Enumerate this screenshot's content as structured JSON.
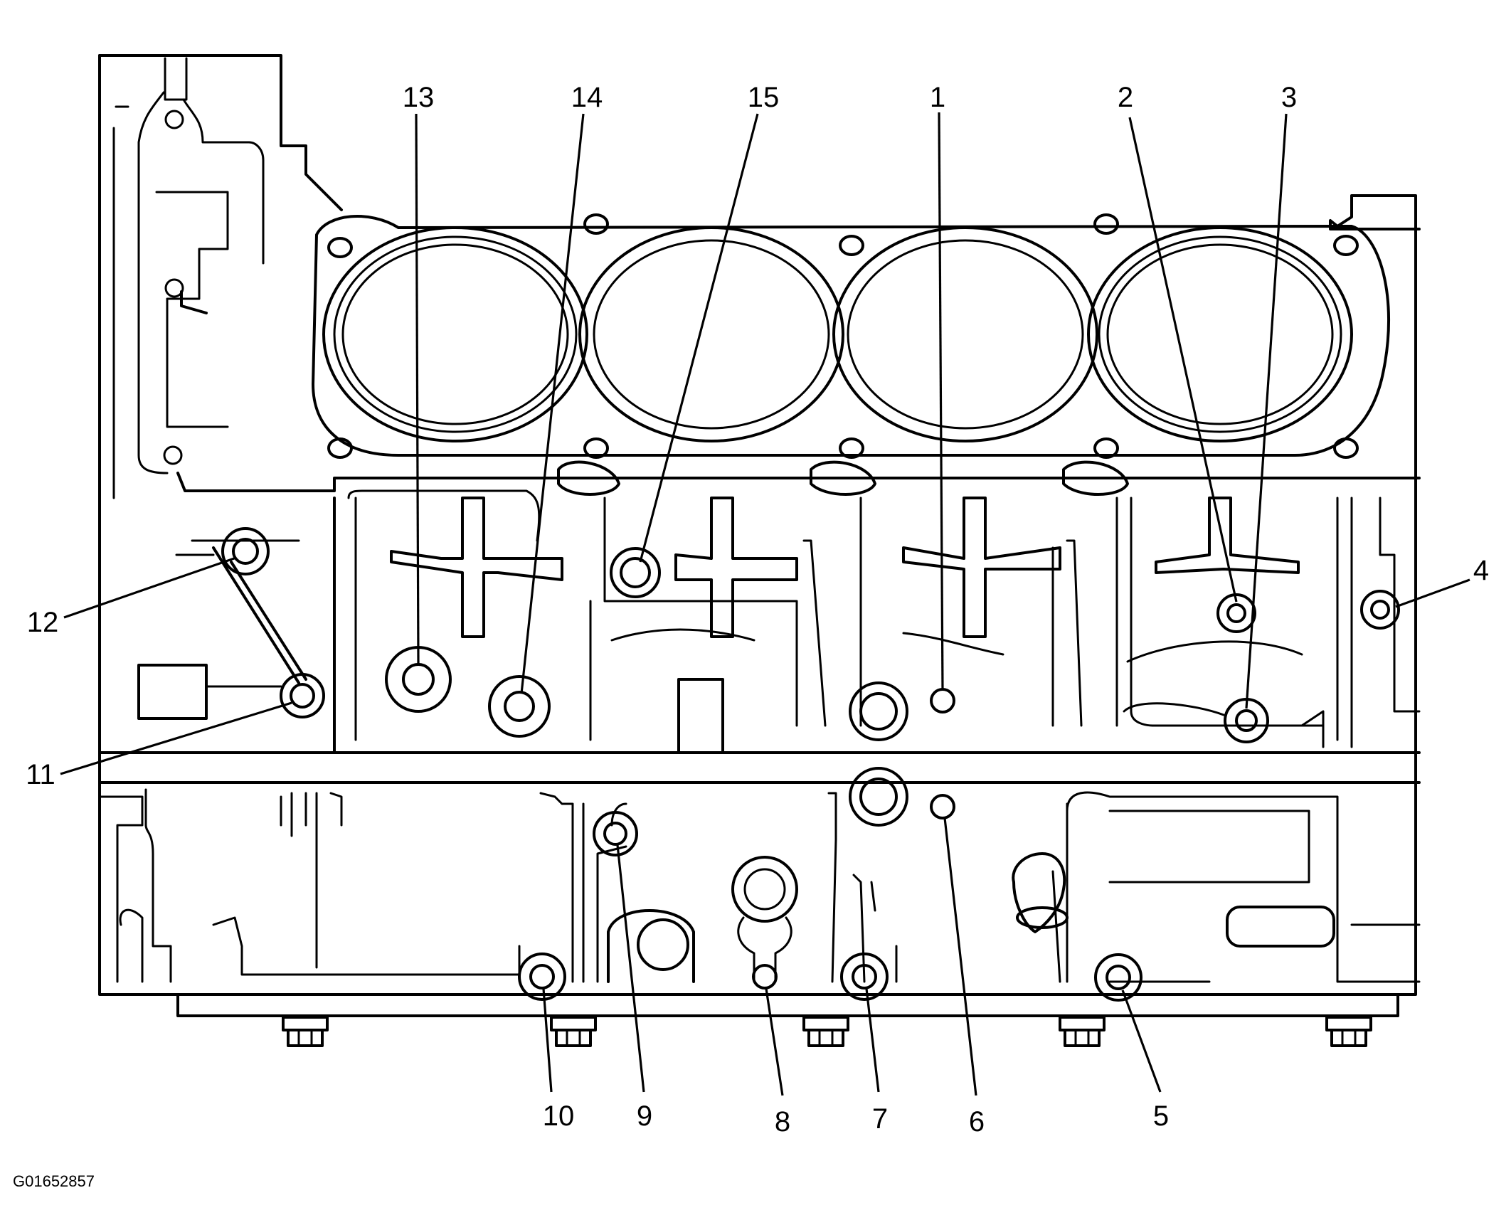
{
  "figure_id": "G01652857",
  "callouts": [
    {
      "label": "1"
    },
    {
      "label": "2"
    },
    {
      "label": "3"
    },
    {
      "label": "4"
    },
    {
      "label": "5"
    },
    {
      "label": "6"
    },
    {
      "label": "7"
    },
    {
      "label": "8"
    },
    {
      "label": "9"
    },
    {
      "label": "10"
    },
    {
      "label": "11"
    },
    {
      "label": "12"
    },
    {
      "label": "13"
    },
    {
      "label": "14"
    },
    {
      "label": "15"
    }
  ]
}
